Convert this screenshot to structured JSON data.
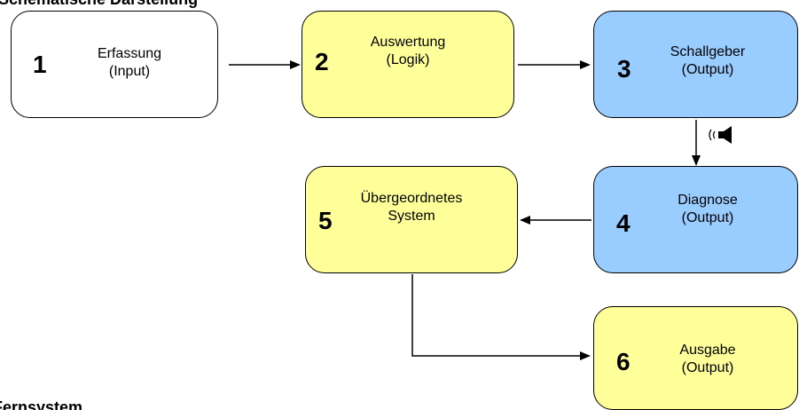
{
  "colors": {
    "white_box": "#ffffff",
    "yellow_box": "#ffff99",
    "blue_box": "#99ccff",
    "stroke": "#000000"
  },
  "top_cut_text": "Schematische Darstellung",
  "bottom_cut_text": "Fernsystem",
  "boxes": [
    {
      "number": "1",
      "label": "Erfassung\n(Input)",
      "fill": "white"
    },
    {
      "number": "2",
      "label": "Auswertung\n(Logik)",
      "fill": "yellow"
    },
    {
      "number": "3",
      "label": "Schallgeber\n(Output)",
      "fill": "blue"
    },
    {
      "number": "4",
      "label": "Diagnose\n(Output)",
      "fill": "blue"
    },
    {
      "number": "5",
      "label": "Übergeordnetes\nSystem",
      "fill": "yellow"
    },
    {
      "number": "6",
      "label": "Ausgabe\n(Output)",
      "fill": "yellow"
    }
  ],
  "icons": {
    "speaker": "speaker-sound-icon"
  }
}
